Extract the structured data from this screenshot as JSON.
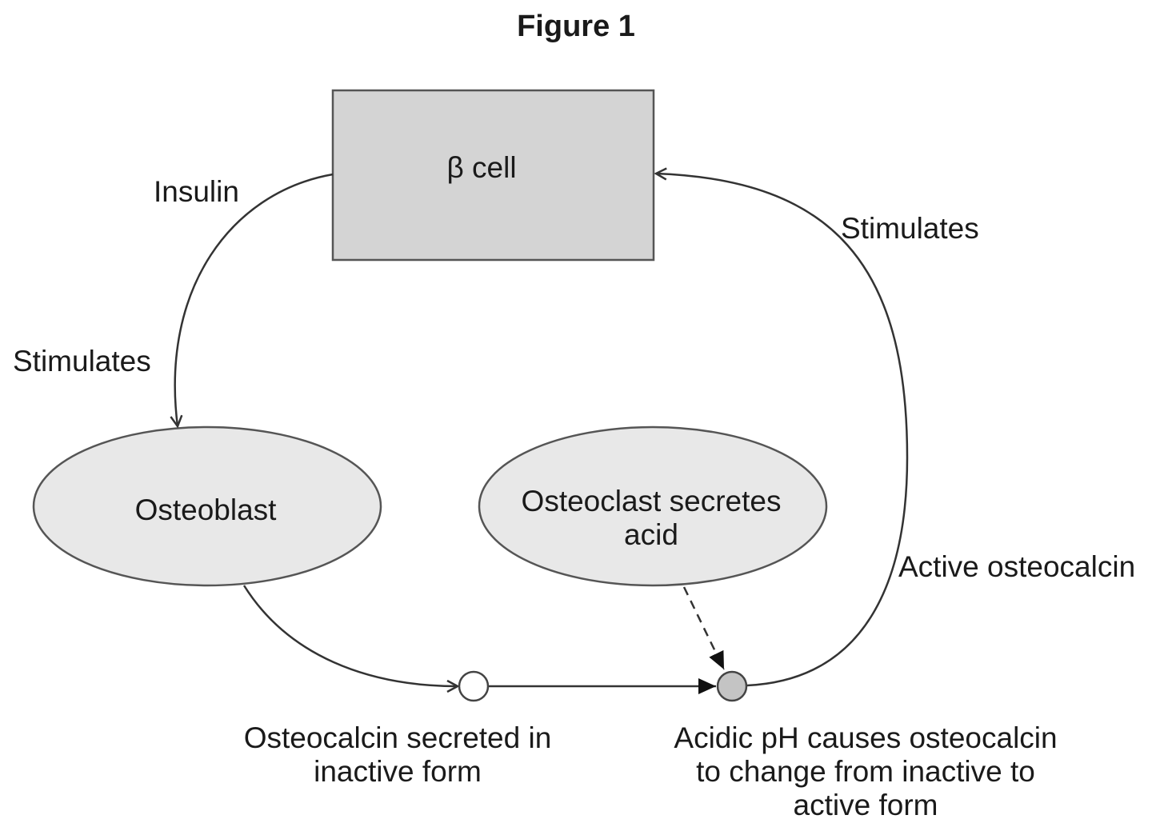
{
  "figure": {
    "title": "Figure 1"
  },
  "nodes": {
    "beta_cell": "β cell",
    "osteoblast": "Osteoblast",
    "osteoclast": "Osteoclast secretes acid",
    "inactive_note": "Osteocalcin secreted in inactive form",
    "active_note": "Acidic pH causes osteocalcin to change from inactive to active form"
  },
  "labels": {
    "insulin": "Insulin",
    "stimulates_left": "Stimulates",
    "stimulates_right": "Stimulates",
    "active_osteocalcin": "Active osteocalcin"
  },
  "colors": {
    "box_fill": "#d4d4d4",
    "ellipse_fill": "#e8e8e8",
    "inactive_dot": "#ffffff",
    "active_dot": "#c4c4c4",
    "stroke": "#333333"
  }
}
